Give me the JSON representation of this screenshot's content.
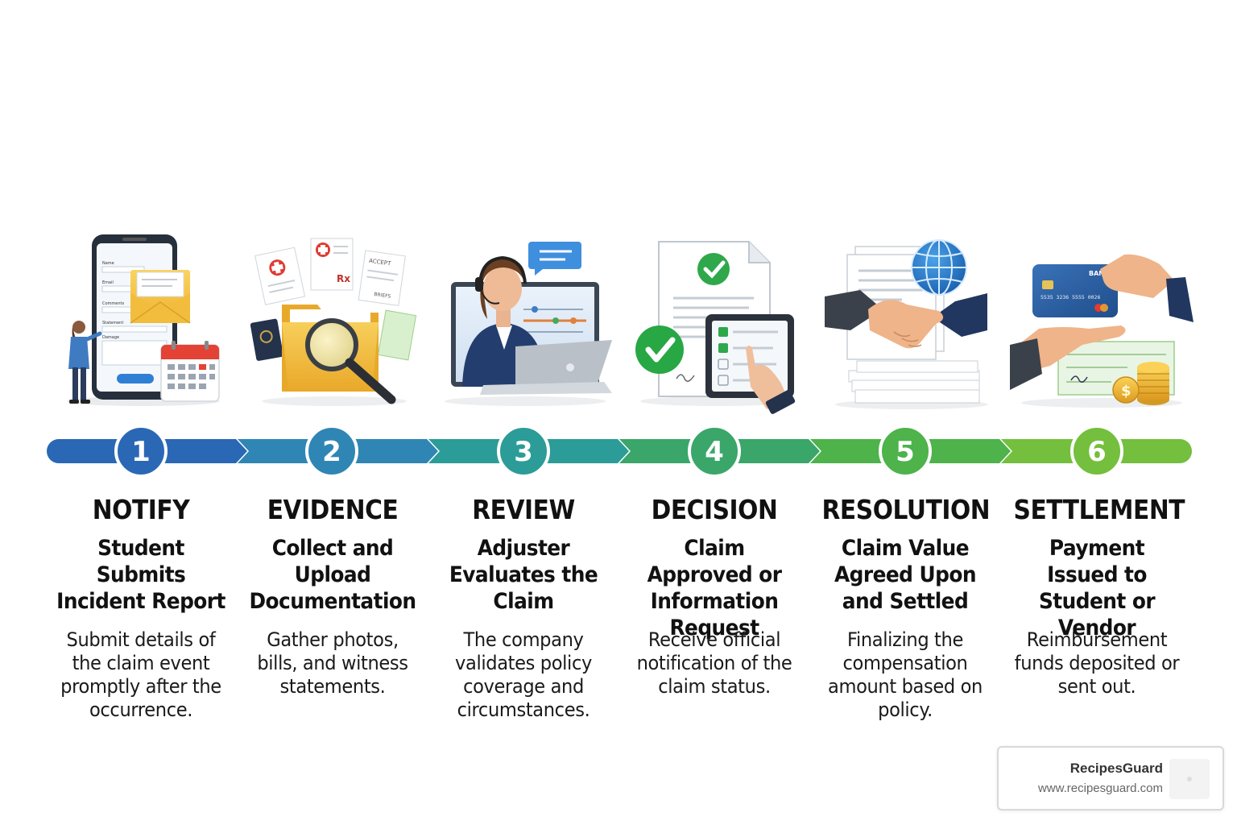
{
  "colors": {
    "step_colors": [
      "#2a68b6",
      "#2f86b5",
      "#2b9c97",
      "#3aa66a",
      "#4db34a",
      "#74bf3d"
    ],
    "text": "#111111"
  },
  "steps": [
    {
      "number": "1",
      "name": "NOTIFY",
      "heading": "Student Submits Incident Report",
      "description": "Submit details of the claim event promptly after the occurrence.",
      "icon": "phone-envelope-calendar-icon"
    },
    {
      "number": "2",
      "name": "EVIDENCE",
      "heading": "Collect and Upload Documentation",
      "description": "Gather photos, bills, and witness statements.",
      "icon": "folder-magnifier-icon"
    },
    {
      "number": "3",
      "name": "REVIEW",
      "heading": "Adjuster Evaluates the Claim",
      "description": "The company validates policy coverage and circumstances.",
      "icon": "adjuster-laptop-icon"
    },
    {
      "number": "4",
      "name": "DECISION",
      "heading": "Claim Approved or Information Request",
      "description": "Receive official notification of the claim status.",
      "icon": "approved-document-tablet-icon"
    },
    {
      "number": "5",
      "name": "RESOLUTION",
      "heading": "Claim Value Agreed Upon and Settled",
      "description": "Finalizing the compensation amount based on policy.",
      "icon": "handshake-globe-icon"
    },
    {
      "number": "6",
      "name": "SETTLEMENT",
      "heading": "Payment Issued to Student or Vendor",
      "description": "Reimbursement funds deposited or sent out.",
      "icon": "card-cheque-coins-icon"
    }
  ],
  "illustration_text": {
    "form_fields": [
      "Name",
      "Email",
      "Comments",
      "Statement",
      "Damage"
    ],
    "doc_labels": [
      "ACCEPT",
      "Rx",
      "BRIEFS"
    ],
    "card_bank": "BANK",
    "card_number": "5535 3236 5555 0026"
  },
  "brand": {
    "name": "RecipesGuard",
    "url": "www.recipesguard.com"
  }
}
